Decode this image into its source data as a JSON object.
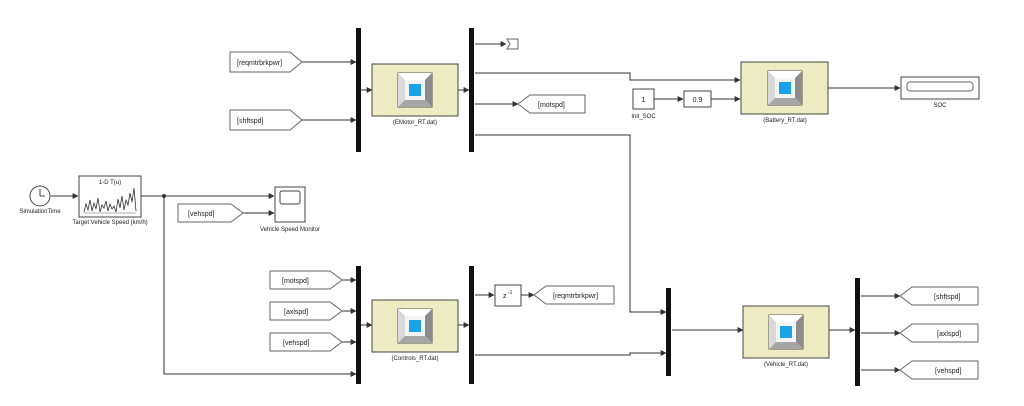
{
  "goto_tags": {
    "reqmtrbrkpwr": "[reqmtrbrkpwr]",
    "shftspd": "[shftspd]",
    "vehspd": "[vehspd]",
    "motspd": "[motspd]",
    "axlspd": "[axlspd]"
  },
  "blocks": {
    "emotor": "(EMotor_RT.dat)",
    "battery": "(Battery_RT.dat)",
    "controls": "(Controls_RT.dat)",
    "vehicle": "(Vehicle_RT.dat)",
    "soc_display": "SOC",
    "init_soc": "Init_SOC",
    "init_soc_value": "1",
    "gain_value": "0.9",
    "clock": "SimulationTime",
    "lookup": "Target Vehicle Speed (km/h)",
    "lookup_header": "1-D T(u)",
    "scope": "Vehicle Speed Monitor",
    "delay_base": "z",
    "delay_exp": "-1"
  }
}
